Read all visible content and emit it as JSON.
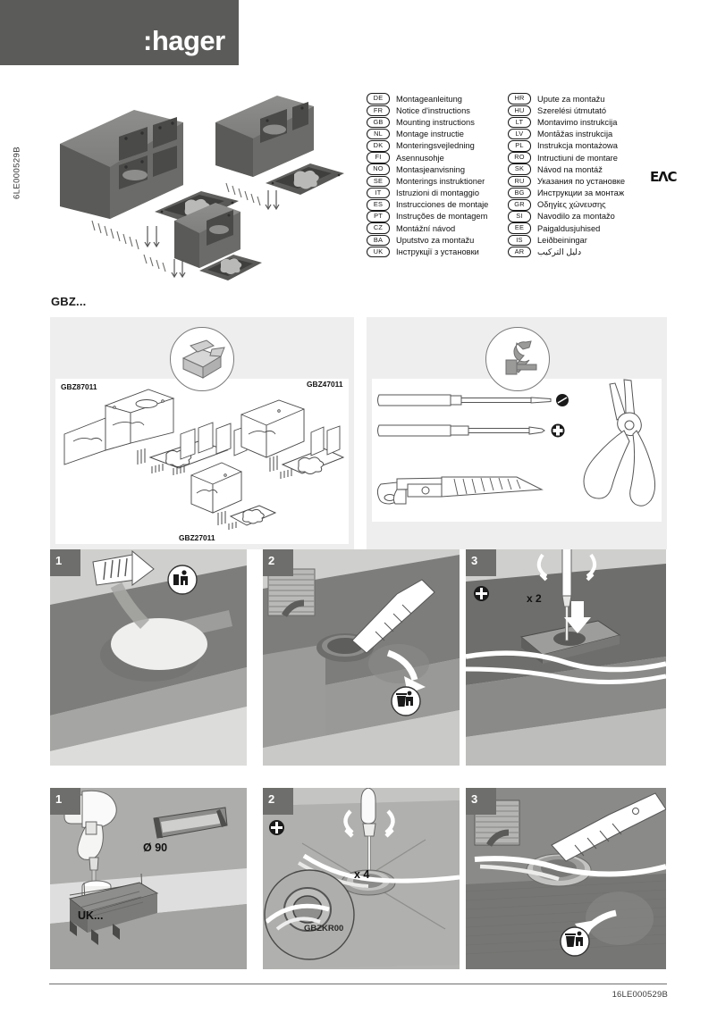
{
  "brand": {
    "logo_text": ":hager"
  },
  "doc": {
    "side_code": "6LE000529B",
    "footer_code": "16LE000529B"
  },
  "languages": {
    "left": [
      {
        "code": "DE",
        "name": "Montageanleitung"
      },
      {
        "code": "FR",
        "name": "Notice d'instructions"
      },
      {
        "code": "GB",
        "name": "Mounting instructions"
      },
      {
        "code": "NL",
        "name": "Montage instructie"
      },
      {
        "code": "DK",
        "name": "Monteringsvejledning"
      },
      {
        "code": "FI",
        "name": "Asennusohje"
      },
      {
        "code": "NO",
        "name": "Montasjeanvisning"
      },
      {
        "code": "SE",
        "name": "Monterings instruktioner"
      },
      {
        "code": "IT",
        "name": "Istruzioni di montaggio"
      },
      {
        "code": "ES",
        "name": "Instrucciones de montaje"
      },
      {
        "code": "PT",
        "name": "Instruções de montagem"
      },
      {
        "code": "CZ",
        "name": "Montážní návod"
      },
      {
        "code": "BA",
        "name": "Uputstvo za montažu"
      },
      {
        "code": "UK",
        "name": "Інструкції з установки"
      }
    ],
    "right": [
      {
        "code": "HR",
        "name": "Upute za montažu"
      },
      {
        "code": "HU",
        "name": "Szerelési útmutató"
      },
      {
        "code": "LT",
        "name": "Montavimo instrukcija"
      },
      {
        "code": "LV",
        "name": "Montāžas instrukcija"
      },
      {
        "code": "PL",
        "name": "Instrukcja montażowa"
      },
      {
        "code": "RO",
        "name": "Intructiuni de montare"
      },
      {
        "code": "SK",
        "name": "Návod na montáž"
      },
      {
        "code": "RU",
        "name": "Указания по установке"
      },
      {
        "code": "BG",
        "name": "Инструкции за монтаж"
      },
      {
        "code": "GR",
        "name": "Οδηγίες χώνευσης"
      },
      {
        "code": "SI",
        "name": "Navodilo za montažo"
      },
      {
        "code": "EE",
        "name": "Paigaldusjuhised"
      },
      {
        "code": "IS",
        "name": "Leiðbeiningar"
      },
      {
        "code": "AR",
        "name": "دليل التركيب"
      }
    ],
    "certification_mark": "EAC"
  },
  "product": {
    "family_title": "GBZ...",
    "box_contents_icon": "package-box-icon",
    "tools_icon": "wrench-hammer-icon",
    "parts": [
      {
        "id": "GBZ87011"
      },
      {
        "id": "GBZ47011"
      },
      {
        "id": "GBZ27011"
      }
    ],
    "tools": [
      {
        "name": "flat-screwdriver"
      },
      {
        "name": "phillips-screwdriver"
      },
      {
        "name": "utility-knife"
      },
      {
        "name": "pliers"
      }
    ]
  },
  "steps_row1": [
    {
      "number": "1",
      "note": "",
      "icons": [
        "person-lift-icon"
      ]
    },
    {
      "number": "2",
      "note": "",
      "icons": [
        "waste-bin-icon"
      ]
    },
    {
      "number": "3",
      "note": "x 2",
      "icons": [
        "phillips-screw-icon"
      ]
    }
  ],
  "steps_row2": [
    {
      "number": "1",
      "note": "Ø 90",
      "label": "UK...",
      "icons": [
        "drill-icon"
      ]
    },
    {
      "number": "2",
      "note": "x 4",
      "label": "GBZKR00",
      "icons": [
        "phillips-screw-icon"
      ]
    },
    {
      "number": "3",
      "note": "",
      "label": "",
      "icons": [
        "waste-bin-icon",
        "knife-icon"
      ]
    }
  ],
  "colors": {
    "header_grey": "#5b5b59",
    "panel_grey": "#eeeeee",
    "badge_grey": "#6e6e6c",
    "text": "#1a1a1a"
  }
}
